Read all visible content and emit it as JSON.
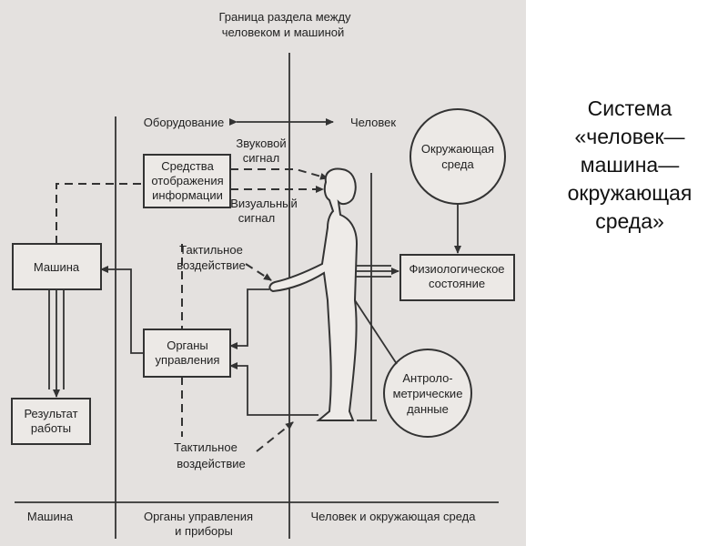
{
  "diagram": {
    "boundary_title": [
      "Граница раздела между",
      "человеком и машиной"
    ],
    "equipment": "Оборудование",
    "person": "Человек",
    "sound_signal": [
      "Звуковой",
      "сигнал"
    ],
    "visual_signal": [
      "Визуальный",
      "сигнал"
    ],
    "display_box": [
      "Средства",
      "отображения",
      "информации"
    ],
    "environment": [
      "Окружающая",
      "среда"
    ],
    "machine": "Машина",
    "tactile_top": [
      "Тактильное",
      "воздействие"
    ],
    "physio": [
      "Физиологическое",
      "состояние"
    ],
    "controls_box": [
      "Органы",
      "управления"
    ],
    "anthropo": [
      "Антроло-",
      "метрические",
      "данные"
    ],
    "result": [
      "Результат",
      "работы"
    ],
    "tactile_bottom": [
      "Тактильное",
      "воздействие"
    ],
    "bottom_machine": "Машина",
    "bottom_controls": [
      "Органы управления",
      "и приборы"
    ],
    "bottom_human": "Человек и окружающая среда"
  },
  "title": {
    "lines": [
      "Система",
      "«человек—",
      "машина—",
      "окружающая",
      "среда»"
    ]
  },
  "colors": {
    "scan_background": "#e4e1df",
    "ink": "#222222"
  }
}
